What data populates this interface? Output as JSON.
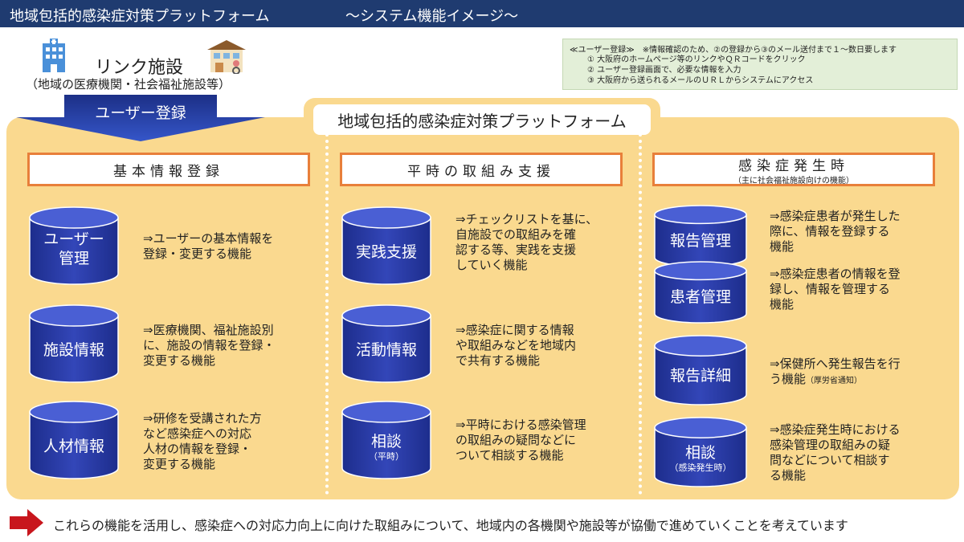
{
  "header": {
    "title": "地域包括的感染症対策プラットフォーム",
    "subtitle": "～システム機能イメージ～"
  },
  "link_facility": {
    "title": "リンク施設",
    "subtitle": "（地域の医療機関・社会福祉施設等）"
  },
  "notice": {
    "heading": "≪ユーザー登録≫　※情報確認のため、②の登録から③のメール送付まで１～数日要します",
    "items": [
      "①  大阪府のホームページ等のリンクやＱＲコードをクリック",
      "②  ユーザー登録画面で、必要な情報を入力",
      "③  大阪府から送られるメールのＵＲＬからシステムにアクセス"
    ]
  },
  "user_registration_label": "ユーザー登録",
  "platform_label": "地域包括的感染症対策プラットフォーム",
  "columns": [
    {
      "title": "基本情報登録",
      "note": "",
      "items": [
        {
          "label": [
            "ユーザー",
            "管理"
          ],
          "small": "",
          "desc": [
            "⇒ユーザーの基本情報を",
            "登録・変更する機能"
          ],
          "desc_small": ""
        },
        {
          "label": [
            "施設情報"
          ],
          "small": "",
          "desc": [
            "⇒医療機関、福祉施設別",
            "に、施設の情報を登録・",
            "変更する機能"
          ],
          "desc_small": ""
        },
        {
          "label": [
            "人材情報"
          ],
          "small": "",
          "desc": [
            "⇒研修を受講された方",
            "など感染症への対応",
            "人材の情報を登録・",
            "変更する機能"
          ],
          "desc_small": ""
        }
      ]
    },
    {
      "title": "平時の取組み支援",
      "note": "",
      "items": [
        {
          "label": [
            "実践支援"
          ],
          "small": "",
          "desc": [
            "⇒チェックリストを基に、",
            "自施設での取組みを確",
            "認する等、実践を支援",
            "していく機能"
          ],
          "desc_small": ""
        },
        {
          "label": [
            "活動情報"
          ],
          "small": "",
          "desc": [
            "⇒感染症に関する情報",
            "や取組みなどを地域内",
            "で共有する機能"
          ],
          "desc_small": ""
        },
        {
          "label": [
            "相談"
          ],
          "small": "（平時）",
          "desc": [
            "⇒平時における感染管理",
            "の取組みの疑問などに",
            "ついて相談する機能"
          ],
          "desc_small": ""
        }
      ]
    },
    {
      "title": "感染症発生時",
      "note": "（主に社会福祉施設向けの機能）",
      "items": [
        {
          "label": [
            "報告管理"
          ],
          "small": "",
          "desc": [
            "⇒感染症患者が発生した",
            "際に、情報を登録する",
            "機能"
          ],
          "desc_small": ""
        },
        {
          "label": [
            "患者管理"
          ],
          "small": "",
          "desc": [
            "⇒感染症患者の情報を登",
            "録し、情報を管理する",
            "機能"
          ],
          "desc_small": ""
        },
        {
          "label": [
            "報告詳細"
          ],
          "small": "",
          "desc": [
            "⇒保健所へ発生報告を行",
            "う機能"
          ],
          "desc_small": "（厚労省通知）"
        },
        {
          "label": [
            "相談"
          ],
          "small": "（感染発生時）",
          "desc": [
            "⇒感染症発生時における",
            "感染管理の取組みの疑",
            "問などについて相談す",
            "る機能"
          ],
          "desc_small": ""
        }
      ]
    }
  ],
  "conclusion": "これらの機能を活用し、感染症への対応力向上に向けた取組みについて、地域内の各機関や施設等が協働で進めていくことを考えています",
  "colors": {
    "title_bar": "#1f3b70",
    "panel": "#fad98f",
    "header_border": "#e87f3a",
    "cylinder": "#3346b8",
    "arrow_red": "#c8161d",
    "notice_bg": "#e3efd8"
  }
}
